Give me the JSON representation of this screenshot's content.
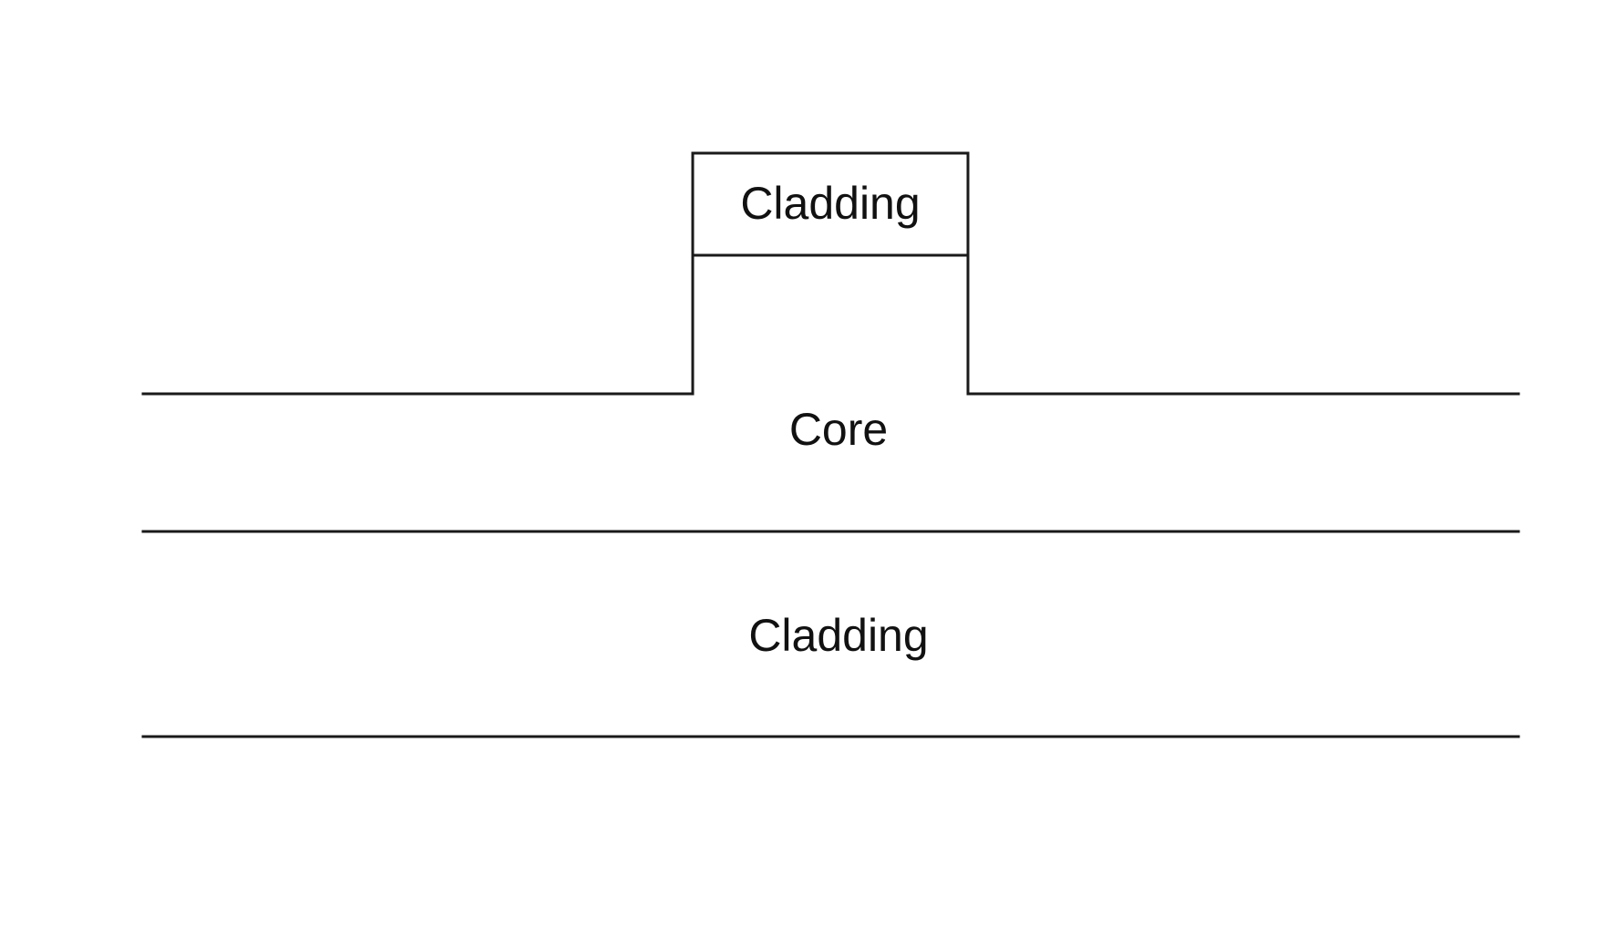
{
  "diagram": {
    "labels": {
      "rib_cladding": "Cladding",
      "core": "Core",
      "lower_cladding": "Cladding"
    },
    "line_color": "#1a1a1a",
    "text_color": "#111111",
    "background": "#ffffff"
  }
}
